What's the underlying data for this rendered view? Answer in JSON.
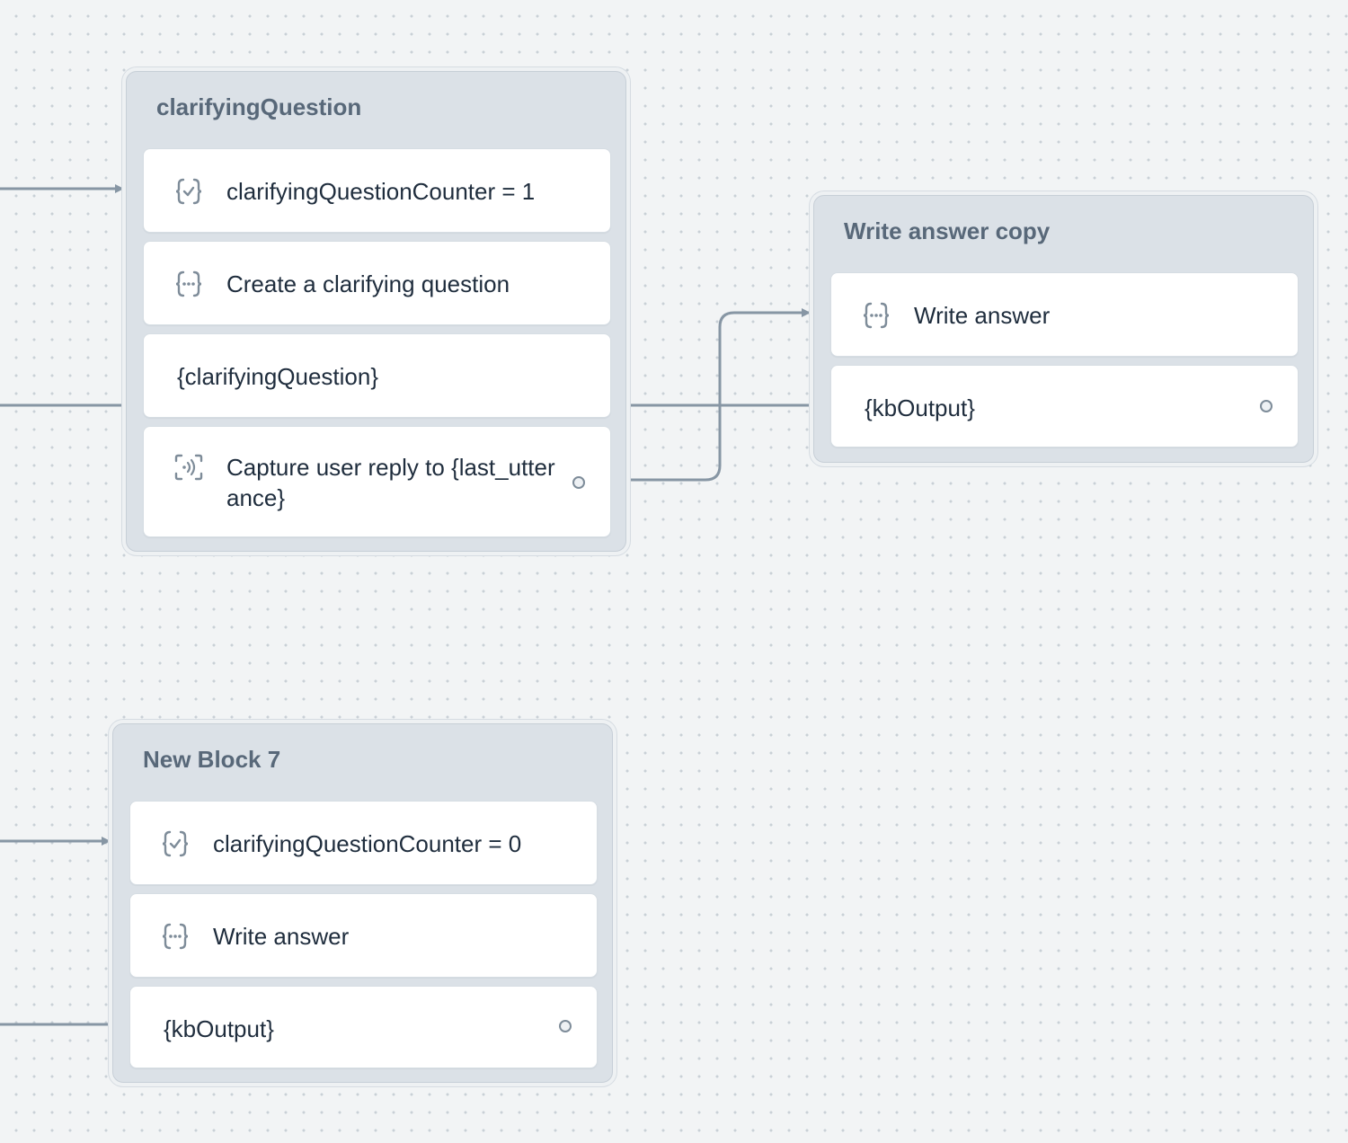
{
  "colors": {
    "canvas_background": "#f2f4f5",
    "grid_dot": "#c9d0d6",
    "block_background": "#dbe1e7",
    "step_background": "#ffffff",
    "connector": "#8796a4",
    "title_text": "#586879",
    "step_text": "#1f2d3d"
  },
  "blocks": {
    "clarifying": {
      "title": "clarifyingQuestion",
      "steps": [
        {
          "icon": "set-variable-icon",
          "label": "clarifyingQuestionCounter = 1"
        },
        {
          "icon": "ai-set-icon",
          "label": "Create a clarifying question"
        },
        {
          "icon": "",
          "label": "{clarifyingQuestion}"
        },
        {
          "icon": "capture-icon",
          "label": "Capture user reply to {last_utterance}"
        }
      ]
    },
    "write_copy": {
      "title": "Write answer copy",
      "steps": [
        {
          "icon": "ai-set-icon",
          "label": "Write answer"
        },
        {
          "icon": "",
          "label": "{kbOutput}"
        }
      ]
    },
    "new_block_7": {
      "title": "New Block 7",
      "steps": [
        {
          "icon": "set-variable-icon",
          "label": "clarifyingQuestionCounter = 0"
        },
        {
          "icon": "ai-set-icon",
          "label": "Write answer"
        },
        {
          "icon": "",
          "label": "{kbOutput}"
        }
      ]
    }
  }
}
